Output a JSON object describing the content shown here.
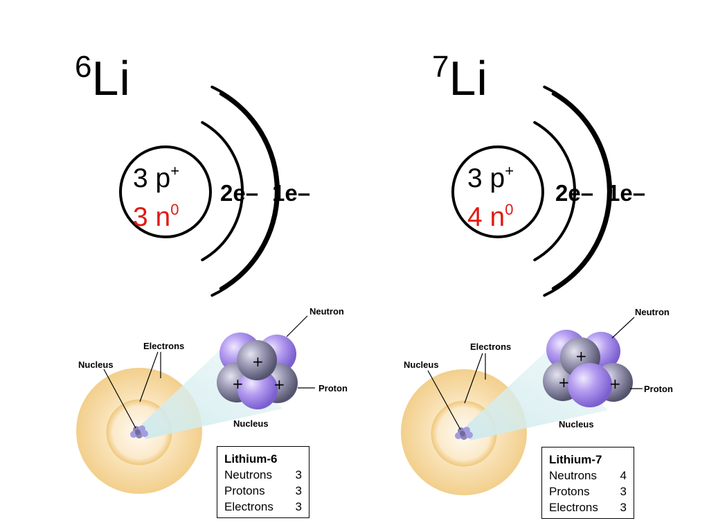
{
  "left": {
    "title_mass": "6",
    "title_symbol": "Li",
    "protons": "3 p",
    "protons_charge": "+",
    "neutrons": "3 n",
    "neutrons_charge": "0",
    "shell1": "2e",
    "shell1_charge": "–",
    "shell2": "1e",
    "shell2_charge": "–",
    "labels": {
      "neutron": "Neutron",
      "electrons": "Electrons",
      "nucleus": "Nucleus",
      "proton": "Proton",
      "nucleus_cluster": "Nucleus"
    },
    "box": {
      "title": "Lithium-6",
      "rows": [
        {
          "label": "Neutrons",
          "value": "3"
        },
        {
          "label": "Protons",
          "value": "3"
        },
        {
          "label": "Electrons",
          "value": "3"
        }
      ]
    }
  },
  "right": {
    "title_mass": "7",
    "title_symbol": "Li",
    "protons": "3 p",
    "protons_charge": "+",
    "neutrons": "4 n",
    "neutrons_charge": "0",
    "shell1": "2e",
    "shell1_charge": "–",
    "shell2": "1e",
    "shell2_charge": "–",
    "labels": {
      "neutron": "Neutron",
      "electrons": "Electrons",
      "nucleus": "Nucleus",
      "proton": "Proton",
      "nucleus_cluster": "Nucleus"
    },
    "box": {
      "title": "Lithium-7",
      "rows": [
        {
          "label": "Neutrons",
          "value": "4"
        },
        {
          "label": "Protons",
          "value": "3"
        },
        {
          "label": "Electrons",
          "value": "3"
        }
      ]
    }
  },
  "plus_sign": "+",
  "colors": {
    "neutron_red": "#e01b14",
    "atom_glow": "#f6d9a0",
    "neutron_ball": "#a98ee6",
    "proton_ball": "#8a8a9e"
  }
}
